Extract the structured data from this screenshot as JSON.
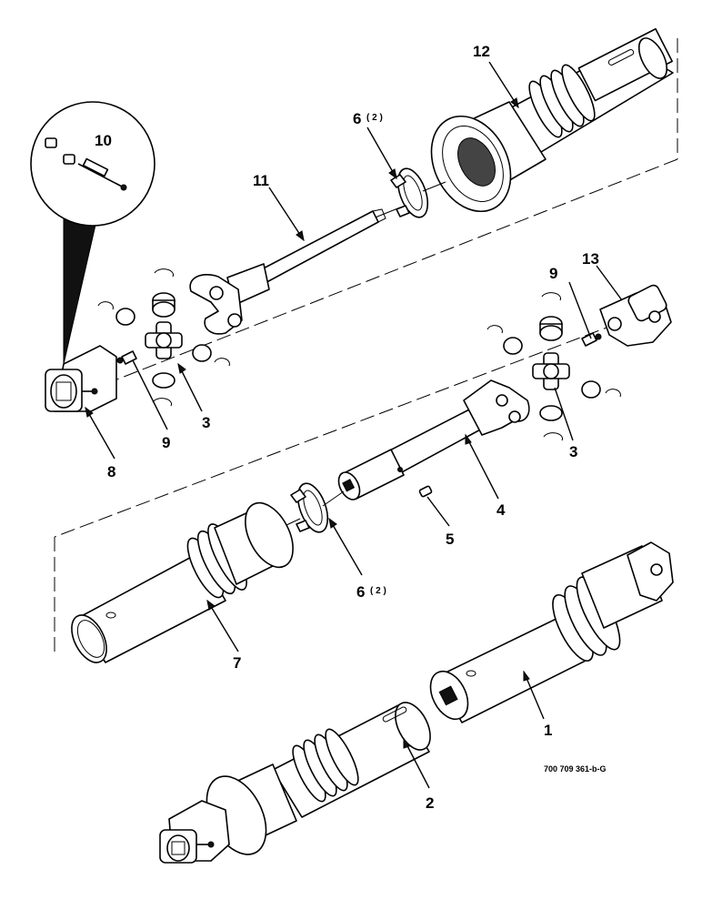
{
  "figure": {
    "reference_code": "700 709 361-b-G",
    "callouts": {
      "c1": "1",
      "c2": "2",
      "c3a": "3",
      "c3b": "3",
      "c4": "4",
      "c5": "5",
      "c6a": "6",
      "c6a_qty": "( 2 )",
      "c6b": "6",
      "c6b_qty": "( 2 )",
      "c7": "7",
      "c8": "8",
      "c9a": "9",
      "c9b": "9",
      "c10": "10",
      "c11": "11",
      "c12": "12",
      "c13": "13"
    }
  }
}
